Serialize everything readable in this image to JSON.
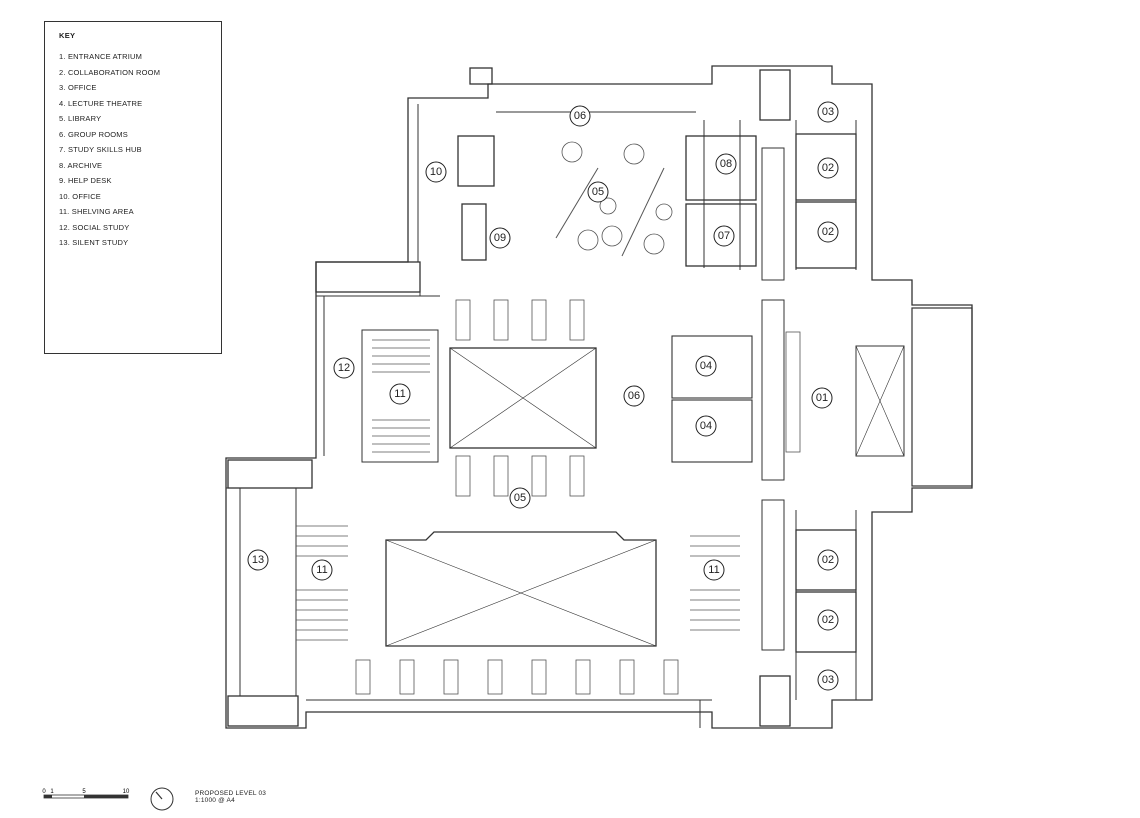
{
  "key": {
    "title": "KEY",
    "items": [
      "1. ENTRANCE ATRIUM",
      "2. COLLABORATION ROOM",
      "3. OFFICE",
      "4. LECTURE THEATRE",
      "5. LIBRARY",
      "6. GROUP ROOMS",
      "7. STUDY SKILLS HUB",
      "8. ARCHIVE",
      "9. HELP DESK",
      "10. OFFICE",
      "11. SHELVING AREA",
      "12. SOCIAL STUDY",
      "13. SILENT STUDY"
    ]
  },
  "rooms": {
    "r01": "01",
    "r02a": "02",
    "r02b": "02",
    "r02c": "02",
    "r02d": "02",
    "r03a": "03",
    "r03b": "03",
    "r04a": "04",
    "r04b": "04",
    "r05a": "05",
    "r05b": "05",
    "r06a": "06",
    "r06b": "06",
    "r07": "07",
    "r08": "08",
    "r09": "09",
    "r10": "10",
    "r11a": "11",
    "r11b": "11",
    "r11c": "11",
    "r12": "12",
    "r13": "13"
  },
  "scale": {
    "t0": "0",
    "t1": "1",
    "t5": "5",
    "t10": "10"
  },
  "footer": {
    "title": "PROPOSED LEVEL 03",
    "scale": "1:1000 @ A4"
  }
}
